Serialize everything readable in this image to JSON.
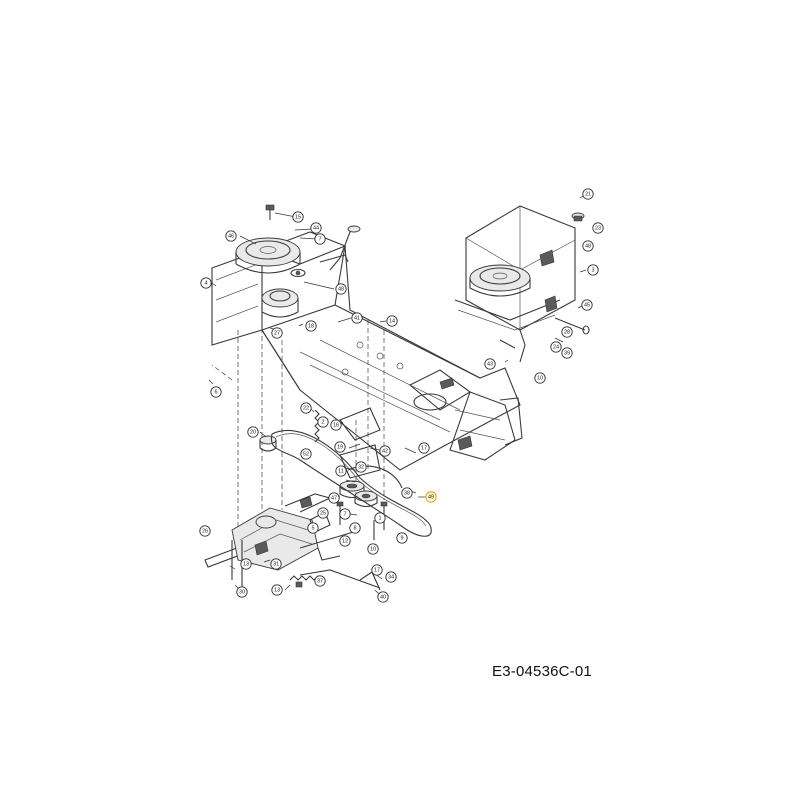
{
  "drawing_code": "E3-04536C-01",
  "callouts": [
    {
      "id": "c15",
      "label": "15"
    },
    {
      "id": "c44",
      "label": "44"
    },
    {
      "id": "c7a",
      "label": "7"
    },
    {
      "id": "c46",
      "label": "46"
    },
    {
      "id": "c4",
      "label": "4"
    },
    {
      "id": "c48a",
      "label": "48"
    },
    {
      "id": "c27",
      "label": "27"
    },
    {
      "id": "c18",
      "label": "18"
    },
    {
      "id": "c41",
      "label": "41"
    },
    {
      "id": "c14",
      "label": "14"
    },
    {
      "id": "c6",
      "label": "6"
    },
    {
      "id": "c22",
      "label": "22"
    },
    {
      "id": "c20",
      "label": "20"
    },
    {
      "id": "c2",
      "label": "2"
    },
    {
      "id": "c16",
      "label": "16"
    },
    {
      "id": "c19",
      "label": "19"
    },
    {
      "id": "c42",
      "label": "42"
    },
    {
      "id": "c17a",
      "label": "17"
    },
    {
      "id": "c52",
      "label": "52"
    },
    {
      "id": "c11",
      "label": "11"
    },
    {
      "id": "c32",
      "label": "32"
    },
    {
      "id": "c38",
      "label": "38"
    },
    {
      "id": "c49",
      "label": "49"
    },
    {
      "id": "c47",
      "label": "47"
    },
    {
      "id": "c7b",
      "label": "7"
    },
    {
      "id": "c12",
      "label": "12"
    },
    {
      "id": "c25",
      "label": "25"
    },
    {
      "id": "c5",
      "label": "5"
    },
    {
      "id": "c8",
      "label": "8"
    },
    {
      "id": "c1",
      "label": "1"
    },
    {
      "id": "c9",
      "label": "9"
    },
    {
      "id": "c10a",
      "label": "10"
    },
    {
      "id": "c26",
      "label": "26"
    },
    {
      "id": "c13a",
      "label": "13"
    },
    {
      "id": "c31",
      "label": "31"
    },
    {
      "id": "c30",
      "label": "30"
    },
    {
      "id": "c13b",
      "label": "13"
    },
    {
      "id": "c37",
      "label": "37"
    },
    {
      "id": "c17b",
      "label": "17"
    },
    {
      "id": "c34",
      "label": "34"
    },
    {
      "id": "c40",
      "label": "40"
    },
    {
      "id": "c21",
      "label": "21"
    },
    {
      "id": "c23",
      "label": "23"
    },
    {
      "id": "c48b",
      "label": "48"
    },
    {
      "id": "c3",
      "label": "3"
    },
    {
      "id": "c45",
      "label": "45"
    },
    {
      "id": "c28",
      "label": "28"
    },
    {
      "id": "c24",
      "label": "24"
    },
    {
      "id": "c39",
      "label": "39"
    },
    {
      "id": "c43",
      "label": "43"
    },
    {
      "id": "c10b",
      "label": "10"
    }
  ]
}
